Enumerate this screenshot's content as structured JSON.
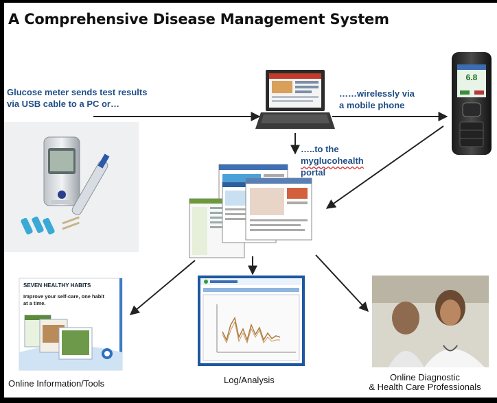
{
  "title": "A Comprehensive Disease Management System",
  "labels": {
    "usb_line1": "Glucose meter sends test results",
    "usb_line2": "via USB cable to a PC or…",
    "wireless_line1": "……wirelessly via",
    "wireless_line2": "a mobile phone",
    "portal_line1": "…..to the",
    "portal_line2": "myglucohealth",
    "portal_line3": "portal"
  },
  "phone_reading": "6.8",
  "habits_card": {
    "heading": "SEVEN HEALTHY HABITS",
    "subtext": "Improve your self-care, one habit at a time."
  },
  "captions": {
    "info_tools": "Online Information/Tools",
    "log_analysis": "Log/Analysis",
    "diagnostic_line1": "Online Diagnostic",
    "diagnostic_line2": "& Health Care Professionals"
  },
  "colors": {
    "label_text": "#1f4e86",
    "arrow": "#222222",
    "background": "#ffffff",
    "frame": "#000000"
  }
}
